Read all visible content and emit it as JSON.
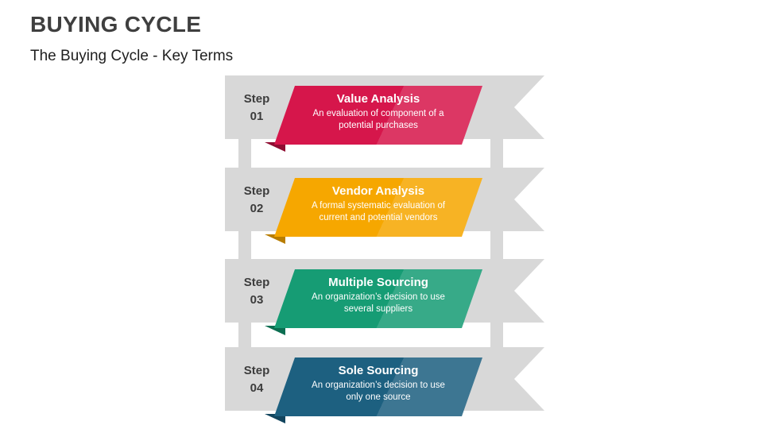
{
  "slide": {
    "title": "BUYING CYCLE",
    "subtitle": "The Buying Cycle - Key Terms"
  },
  "steps": [
    {
      "label": "Step",
      "number": "01",
      "title": "Value Analysis",
      "description": "An evaluation of component of a potential purchases",
      "color": "#d6164b",
      "color_dark": "#8f0d32"
    },
    {
      "label": "Step",
      "number": "02",
      "title": "Vendor Analysis",
      "description": "A formal systematic evaluation of current and potential vendors",
      "color": "#f6a700",
      "color_dark": "#b87d00"
    },
    {
      "label": "Step",
      "number": "03",
      "title": "Multiple Sourcing",
      "description": "An organization’s decision to use several suppliers",
      "color": "#169c74",
      "color_dark": "#0b6e51"
    },
    {
      "label": "Step",
      "number": "04",
      "title": "Sole Sourcing",
      "description": "An organization’s decision to use only one source",
      "color": "#1d6080",
      "color_dark": "#12455e"
    }
  ],
  "colors": {
    "ribbon": "#d8d8d8",
    "heading": "#3f3f3f",
    "subtitle": "#1f1f1f",
    "step_text": "#3c3c3c"
  }
}
